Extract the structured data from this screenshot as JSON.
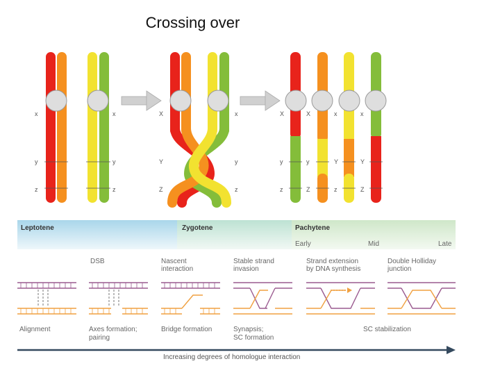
{
  "title": "Crossing over",
  "colors": {
    "red": "#e8231b",
    "orange": "#f5901f",
    "yellow": "#f2e230",
    "green": "#84bd3a",
    "centromere": "#dedede",
    "arrow": "#c8c8c8",
    "purple": "#9a5a8f",
    "orangeStrand": "#f0a040",
    "leptoteneBand": "#a9d6ea",
    "zygoteneBand": "#bde2d3",
    "pachyteneBand": "#cfe7c9",
    "bottomArrow": "#34495e"
  },
  "chromosome_labels": {
    "x": "x",
    "X": "X",
    "y": "y",
    "Y": "Y",
    "z": "z",
    "Z": "Z"
  },
  "stages": {
    "leptotene": "Leptotene",
    "zygotene": "Zygotene",
    "pachytene": "Pachytene",
    "early": "Early",
    "mid": "Mid",
    "late": "Late"
  },
  "steps_top": {
    "dsb": "DSB",
    "nascent_1": "Nascent",
    "nascent_2": "interaction",
    "stable_1": "Stable strand",
    "stable_2": "invasion",
    "extension_1": "Strand extension",
    "extension_2": "by DNA synthesis",
    "holliday_1": "Double Holliday",
    "holliday_2": "junction"
  },
  "steps_bottom": {
    "alignment": "Alignment",
    "axes_1": "Axes formation;",
    "axes_2": "pairing",
    "bridge": "Bridge formation",
    "synapsis_1": "Synapsis;",
    "synapsis_2": "SC formation",
    "sc_stab": "SC stabilization"
  },
  "axis_caption": "Increasing degrees of homologue interaction"
}
